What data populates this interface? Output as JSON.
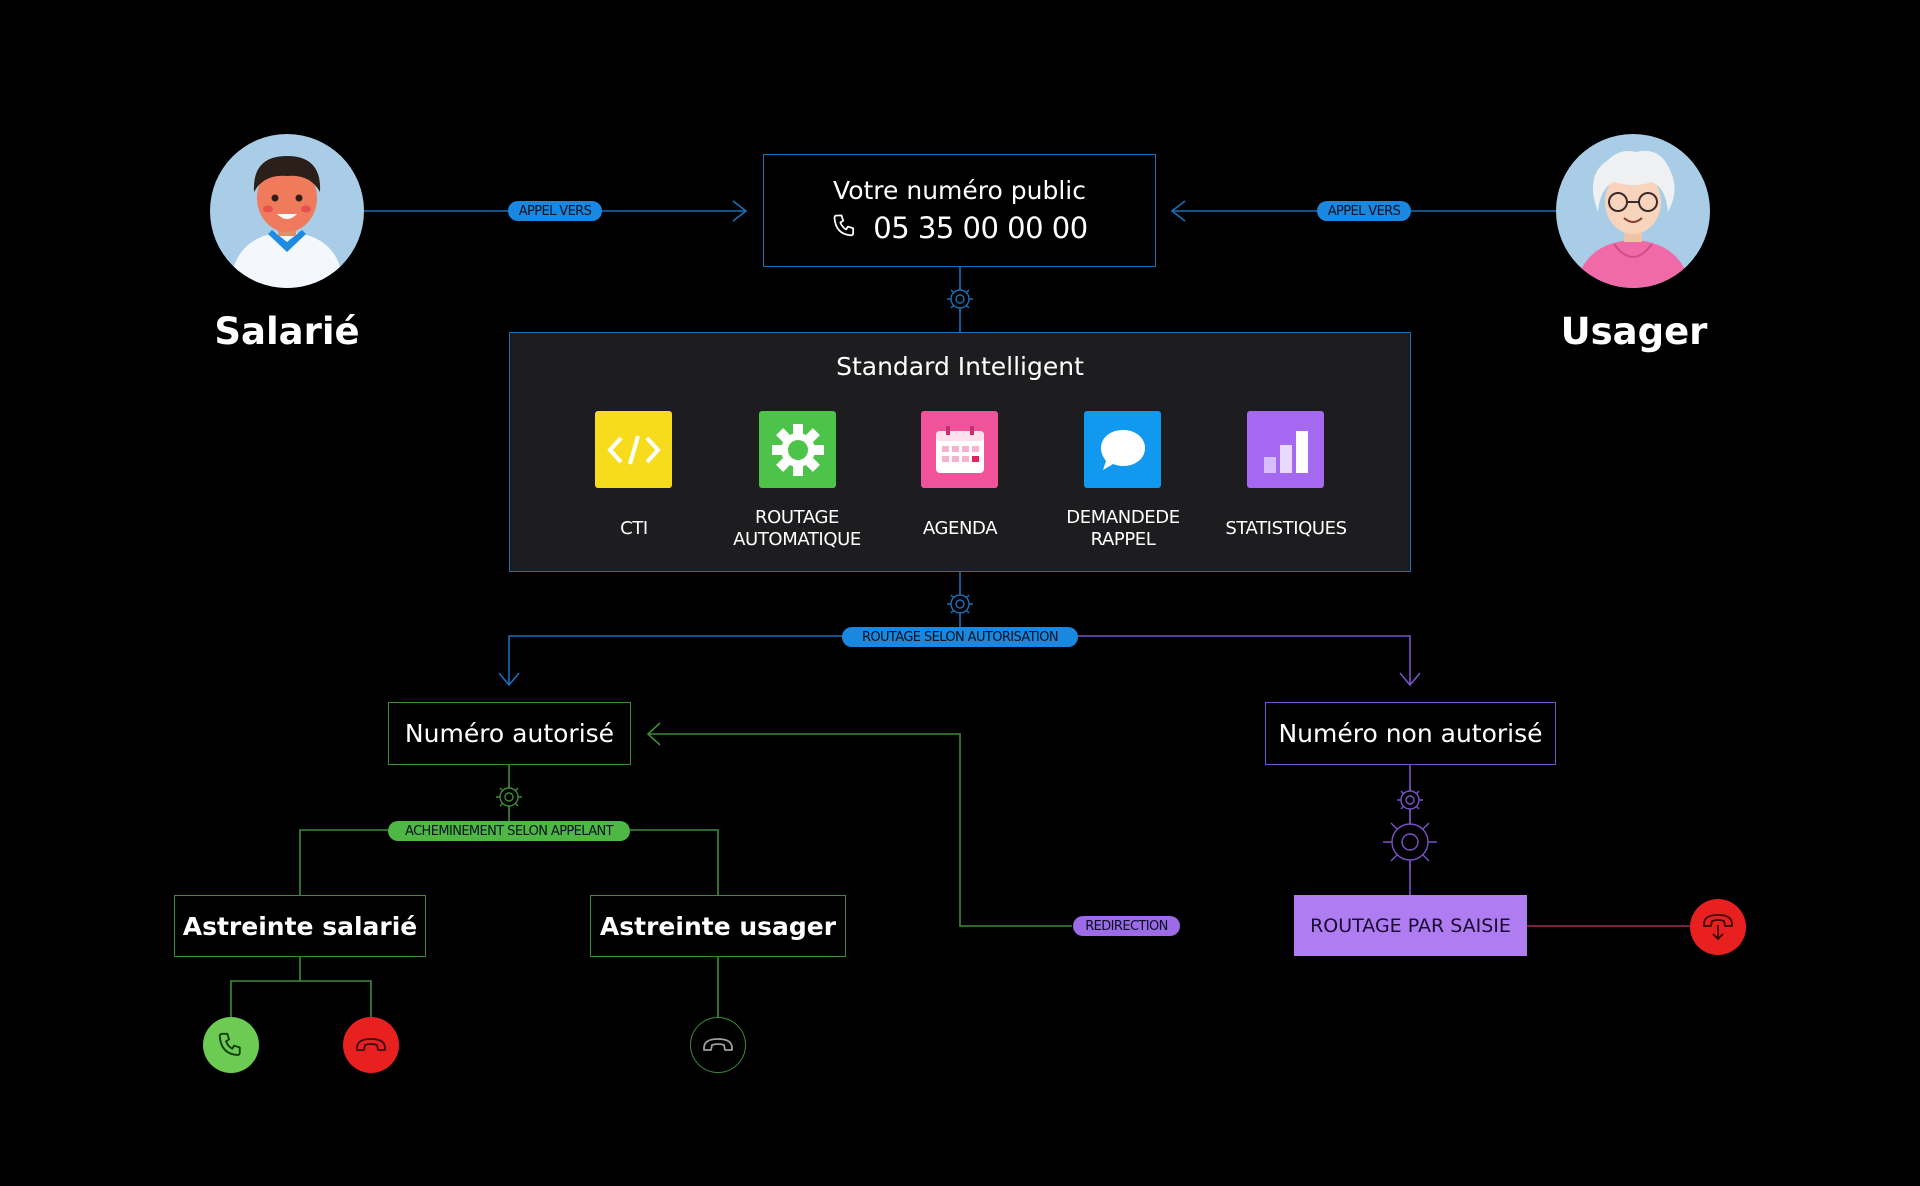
{
  "persons": {
    "left": {
      "label": "Salarié"
    },
    "right": {
      "label": "Usager"
    }
  },
  "public_number": {
    "title": "Votre numéro public",
    "number": "05 35 00 00 00",
    "icon": "phone-icon"
  },
  "pills": {
    "appel_left": "APPEL VERS",
    "appel_right": "APPEL VERS",
    "routage_autorisation": "ROUTAGE SELON AUTORISATION",
    "acheminement": "ACHEMINEMENT SELON APPELANT",
    "redirection": "REDIRECTION"
  },
  "standard": {
    "title": "Standard Intelligent",
    "features": [
      {
        "label": "CTI",
        "icon": "code-icon",
        "color": "#f7dc1e"
      },
      {
        "label": "ROUTAGE\nAUTOMATIQUE",
        "icon": "gear-icon",
        "color": "#4ec34a"
      },
      {
        "label": "AGENDA",
        "icon": "calendar-icon",
        "color": "#f0539a"
      },
      {
        "label": "DEMANDEDE\nRAPPEL",
        "icon": "chat-bubble-icon",
        "color": "#1199f0"
      },
      {
        "label": "STATISTIQUES",
        "icon": "bar-chart-icon",
        "color": "#a469f0"
      }
    ]
  },
  "nodes": {
    "authorized": "Numéro autorisé",
    "unauthorized": "Numéro non autorisé",
    "astreinte_salarie": "Astreinte salarié",
    "astreinte_usager": "Astreinte usager",
    "routage_saisie": "ROUTAGE PAR SAISIE"
  },
  "colors": {
    "blue": "#1a88e0",
    "green": "#4fb844",
    "purple": "#9d6ae8",
    "red": "#e8201f",
    "call_green": "#6ccb52"
  }
}
